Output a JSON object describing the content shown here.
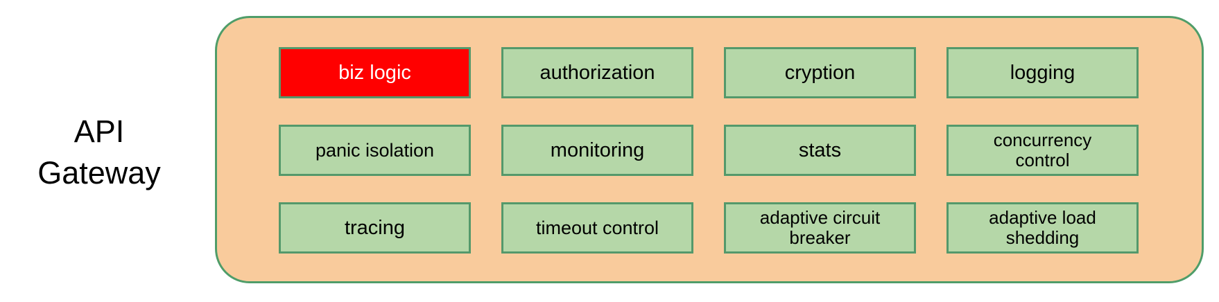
{
  "diagram": {
    "label": "API\nGateway"
  },
  "gateway": {
    "boxes": [
      {
        "label": "biz logic",
        "variant": "highlight"
      },
      {
        "label": "authorization",
        "variant": "default"
      },
      {
        "label": "cryption",
        "variant": "default"
      },
      {
        "label": "logging",
        "variant": "default"
      },
      {
        "label": "panic isolation",
        "variant": "default"
      },
      {
        "label": "monitoring",
        "variant": "default"
      },
      {
        "label": "stats",
        "variant": "default"
      },
      {
        "label": "concurrency control",
        "variant": "default"
      },
      {
        "label": "tracing",
        "variant": "default"
      },
      {
        "label": "timeout control",
        "variant": "default"
      },
      {
        "label": "adaptive circuit breaker",
        "variant": "default"
      },
      {
        "label": "adaptive load shedding",
        "variant": "default"
      }
    ],
    "colors": {
      "container_fill": "#F9CB9C",
      "container_border": "#4F9D69",
      "box_fill": "#B5D7A8",
      "box_border": "#54996B",
      "highlight_fill": "#FF0000",
      "highlight_text": "#FFFFFF",
      "text": "#000000"
    }
  }
}
